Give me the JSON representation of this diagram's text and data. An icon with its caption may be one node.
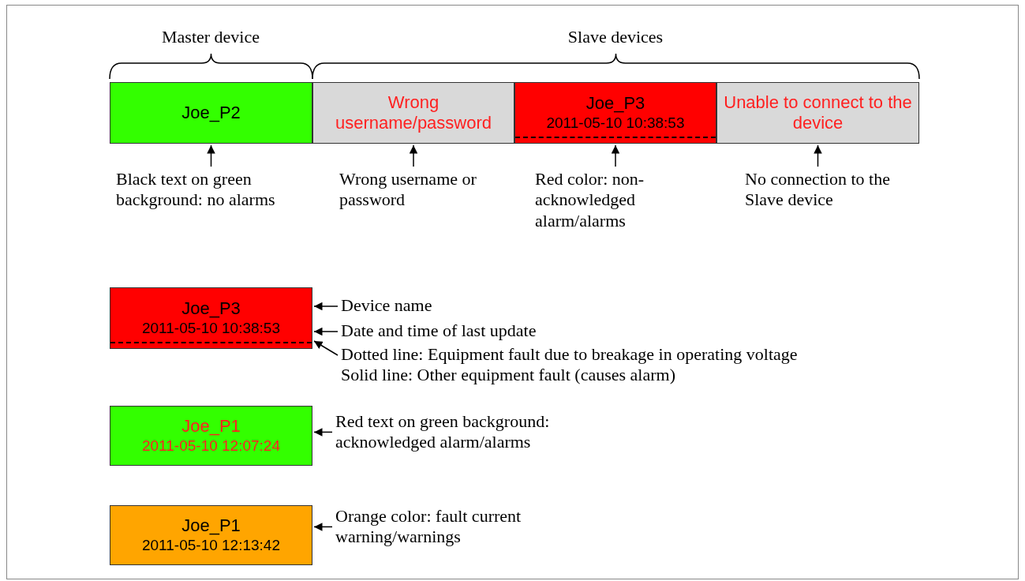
{
  "diagram": {
    "nodes": [
      {
        "text": [
          "Joe_P2"
        ]
      },
      {
        "text": [
          "Wrong username/password"
        ]
      },
      {
        "text": [
          "Joe_P3",
          "2011-05-10 10:38:53"
        ]
      },
      {
        "text": [
          "Unable to connect to the device"
        ]
      },
      {
        "text": [
          "Black text on green background: no alarms"
        ]
      },
      {
        "text": [
          "Wrong username or password"
        ]
      },
      {
        "text": [
          "Red color: non-acknowledged alarm/alarms"
        ]
      },
      {
        "text": [
          "No connection to the Slave device"
        ]
      },
      {
        "text": [
          "Joe_P3",
          "2011-05-10 10:38:53"
        ]
      },
      {
        "text": [
          "Device name"
        ]
      },
      {
        "text": [
          "Date and time of last update"
        ]
      },
      {
        "text": [
          "Dotted line: Equipment fault due to breakage in operating voltage",
          "Solid line: Other equipment fault (causes alarm)"
        ]
      },
      {
        "text": [
          "Joe_P1",
          "2011-05-10 12:07:24"
        ]
      },
      {
        "text": [
          "Red text on green background: acknowledged alarm/alarms"
        ]
      },
      {
        "text": [
          "Joe_P1",
          "2011-05-10 12:13:42"
        ]
      },
      {
        "text": [
          "Orange color: fault current warning/warnings"
        ]
      }
    ],
    "edges": [
      {
        "from": 4,
        "to": 0,
        "arrow": "to"
      },
      {
        "from": 5,
        "to": 1,
        "arrow": "to"
      },
      {
        "from": 6,
        "to": 2,
        "arrow": "to"
      },
      {
        "from": 7,
        "to": 3,
        "arrow": "to"
      },
      {
        "from": 9,
        "to": 8,
        "arrow": "to"
      },
      {
        "from": 10,
        "to": 8,
        "arrow": "to"
      },
      {
        "from": 11,
        "to": 8,
        "arrow": "to"
      },
      {
        "from": 13,
        "to": 12,
        "arrow": "to"
      },
      {
        "from": 15,
        "to": 14,
        "arrow": "to"
      }
    ],
    "labels": [
      "Master device",
      "Slave devices"
    ]
  }
}
